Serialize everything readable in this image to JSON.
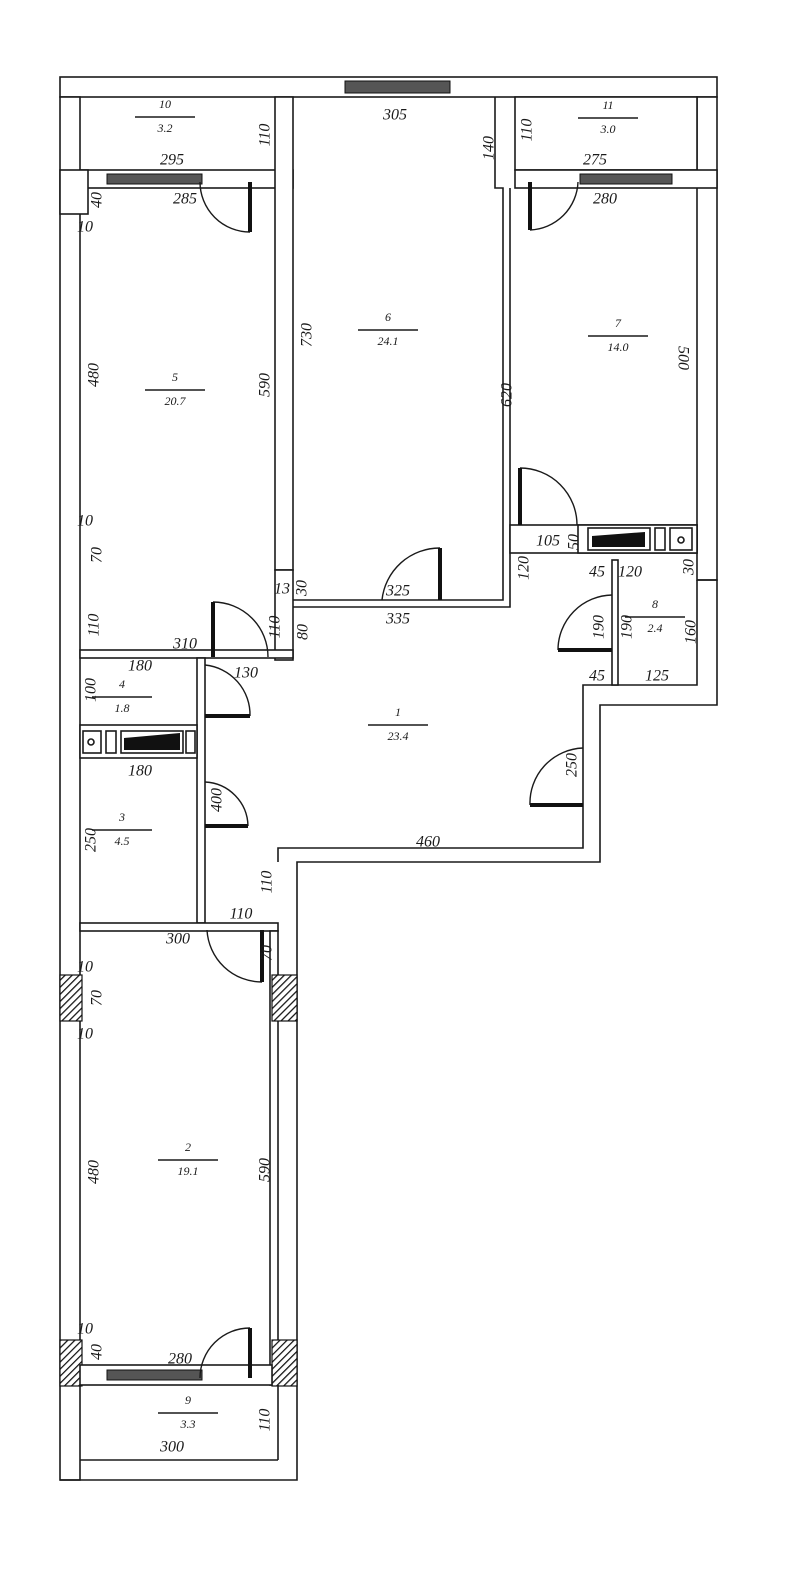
{
  "plan": {
    "rooms": [
      {
        "number": "1",
        "area": "23.4"
      },
      {
        "number": "2",
        "area": "19.1"
      },
      {
        "number": "3",
        "area": "4.5"
      },
      {
        "number": "4",
        "area": "1.8"
      },
      {
        "number": "5",
        "area": "20.7"
      },
      {
        "number": "6",
        "area": "24.1"
      },
      {
        "number": "7",
        "area": "14.0"
      },
      {
        "number": "8",
        "area": "2.4"
      },
      {
        "number": "9",
        "area": "3.3"
      },
      {
        "number": "10",
        "area": "3.2"
      },
      {
        "number": "11",
        "area": "3.0"
      }
    ],
    "dimensions": [
      "305",
      "140",
      "110",
      "295",
      "285",
      "40",
      "10",
      "480",
      "590",
      "730",
      "620",
      "110",
      "275",
      "280",
      "500",
      "10",
      "70",
      "110",
      "310",
      "13",
      "110",
      "30",
      "80",
      "325",
      "335",
      "120",
      "105",
      "50",
      "45",
      "120",
      "30",
      "190",
      "190",
      "160",
      "45",
      "125",
      "180",
      "100",
      "130",
      "180",
      "400",
      "250",
      "250",
      "460",
      "110",
      "110",
      "300",
      "70",
      "10",
      "70",
      "10",
      "480",
      "590",
      "10",
      "40",
      "280",
      "110",
      "300"
    ]
  }
}
